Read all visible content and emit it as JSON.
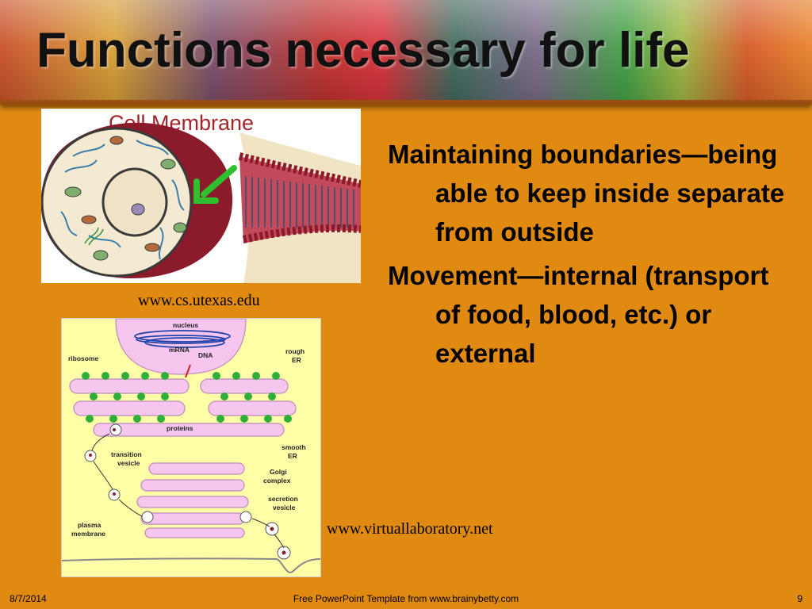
{
  "slide": {
    "title": "Functions necessary for life",
    "bullets": [
      "Maintaining boundaries—being able to keep inside separate from outside",
      "Movement—internal (transport of food, blood, etc.) or external"
    ]
  },
  "images": {
    "cell_membrane": {
      "heading": "Cell Membrane",
      "caption": "www.cs.utexas.edu"
    },
    "secretion_diagram": {
      "caption": "www.virtuallaboratory.net",
      "labels": {
        "nucleus": "nucleus",
        "mrna": "mRNA",
        "dna": "DNA",
        "ribosome": "ribosome",
        "rough_er_1": "rough",
        "rough_er_2": "ER",
        "proteins": "proteins",
        "transition_1": "transition",
        "transition_2": "vesicle",
        "smooth_er_1": "smooth",
        "smooth_er_2": "ER",
        "golgi_1": "Golgi",
        "golgi_2": "complex",
        "secretion_1": "secretion",
        "secretion_2": "vesicle",
        "plasma_1": "plasma",
        "plasma_2": "membrane"
      }
    }
  },
  "footer": {
    "date": "8/7/2014",
    "center": "Free PowerPoint Template from www.brainybetty.com",
    "page": "9"
  },
  "colors": {
    "background": "#e08a12",
    "title_text": "#111111",
    "membrane_red": "#8b1a2b",
    "diagram_bg": "#ffffa8",
    "er_pink": "#f7c6ef",
    "ribosome_green": "#2fae3a"
  }
}
